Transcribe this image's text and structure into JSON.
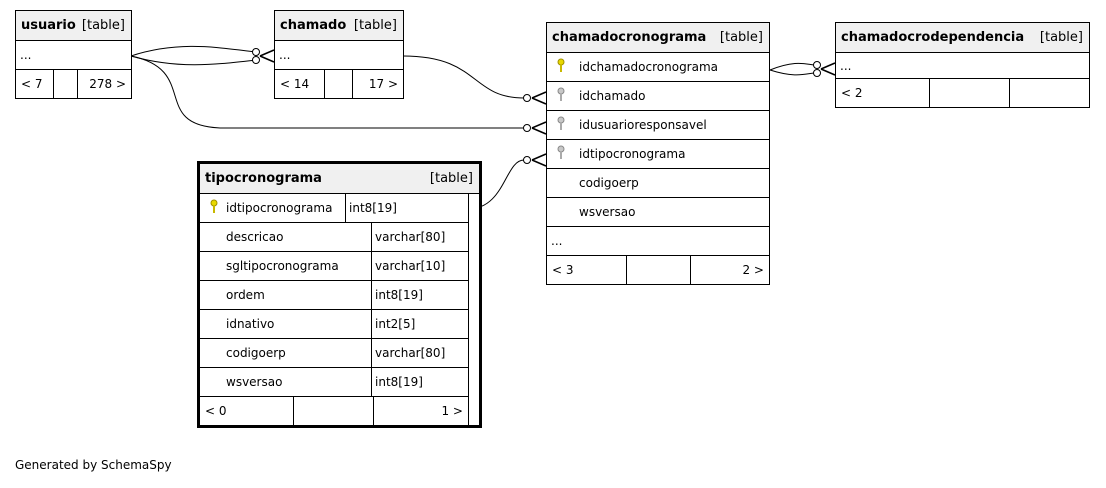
{
  "tables": {
    "usuario": {
      "name": "usuario",
      "kind": "[table]",
      "ellipsis": "...",
      "foot": [
        "< 7",
        "",
        "278 >"
      ]
    },
    "chamado": {
      "name": "chamado",
      "kind": "[table]",
      "ellipsis": "...",
      "foot": [
        "< 14",
        "",
        "17 >"
      ]
    },
    "chamadocronograma": {
      "name": "chamadocronograma",
      "kind": "[table]",
      "columns": [
        "idchamadocronograma",
        "idchamado",
        "idusuarioresponsavel",
        "idtipocronograma",
        "codigoerp",
        "wsversao"
      ],
      "ellipsis": "...",
      "foot": [
        "< 3",
        "",
        "2 >"
      ]
    },
    "chamadocrodependencia": {
      "name": "chamadocrodependencia",
      "kind": "[table]",
      "ellipsis": "...",
      "foot": [
        "< 2",
        "",
        ""
      ]
    },
    "tipocronograma": {
      "name": "tipocronograma",
      "kind": "[table]",
      "columns": [
        {
          "name": "idtipocronograma",
          "type": "int8[19]"
        },
        {
          "name": "descricao",
          "type": "varchar[80]"
        },
        {
          "name": "sgltipocronograma",
          "type": "varchar[10]"
        },
        {
          "name": "ordem",
          "type": "int8[19]"
        },
        {
          "name": "idnativo",
          "type": "int2[5]"
        },
        {
          "name": "codigoerp",
          "type": "varchar[80]"
        },
        {
          "name": "wsversao",
          "type": "int8[19]"
        }
      ],
      "foot": [
        "< 0",
        "",
        "1 >"
      ]
    }
  },
  "footer": "Generated by SchemaSpy",
  "colors": {
    "primary_key": "#e0d000",
    "foreign_key": "#a8a8a8",
    "header_bg": "#f0f0f0"
  }
}
